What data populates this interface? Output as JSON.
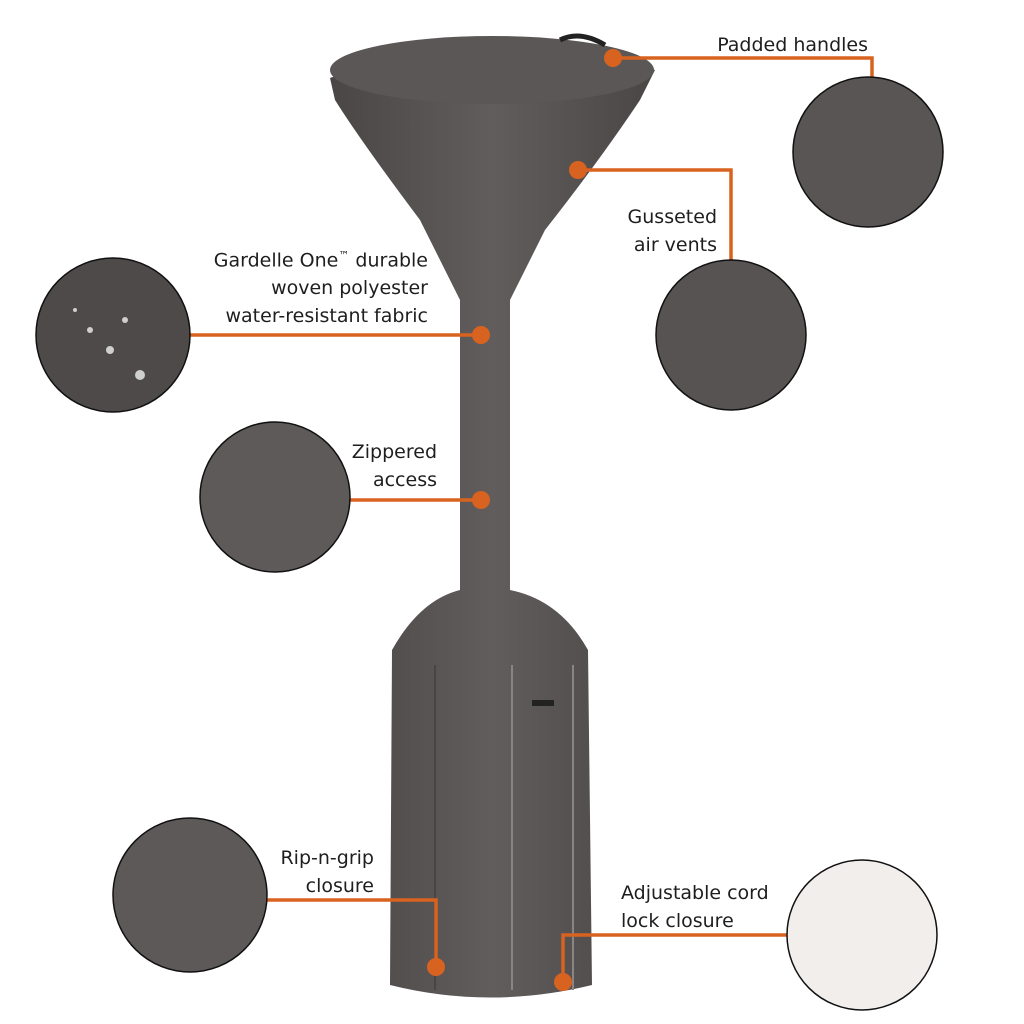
{
  "accent_color": "#d8621f",
  "fabric_color": "#5b5656",
  "features": [
    {
      "id": "padded-handles",
      "lines": [
        "Padded handles"
      ]
    },
    {
      "id": "gusseted-air-vents",
      "lines": [
        "Gusseted",
        "air vents"
      ]
    },
    {
      "id": "fabric",
      "lines": [
        "Gardelle One",
        "™",
        " durable",
        "woven polyester",
        "water-resistant fabric"
      ]
    },
    {
      "id": "zippered-access",
      "lines": [
        "Zippered",
        "access"
      ]
    },
    {
      "id": "rip-n-grip",
      "lines": [
        "Rip-n-grip",
        "closure"
      ]
    },
    {
      "id": "cord-lock",
      "lines": [
        "Adjustable cord",
        "lock closure"
      ]
    }
  ]
}
